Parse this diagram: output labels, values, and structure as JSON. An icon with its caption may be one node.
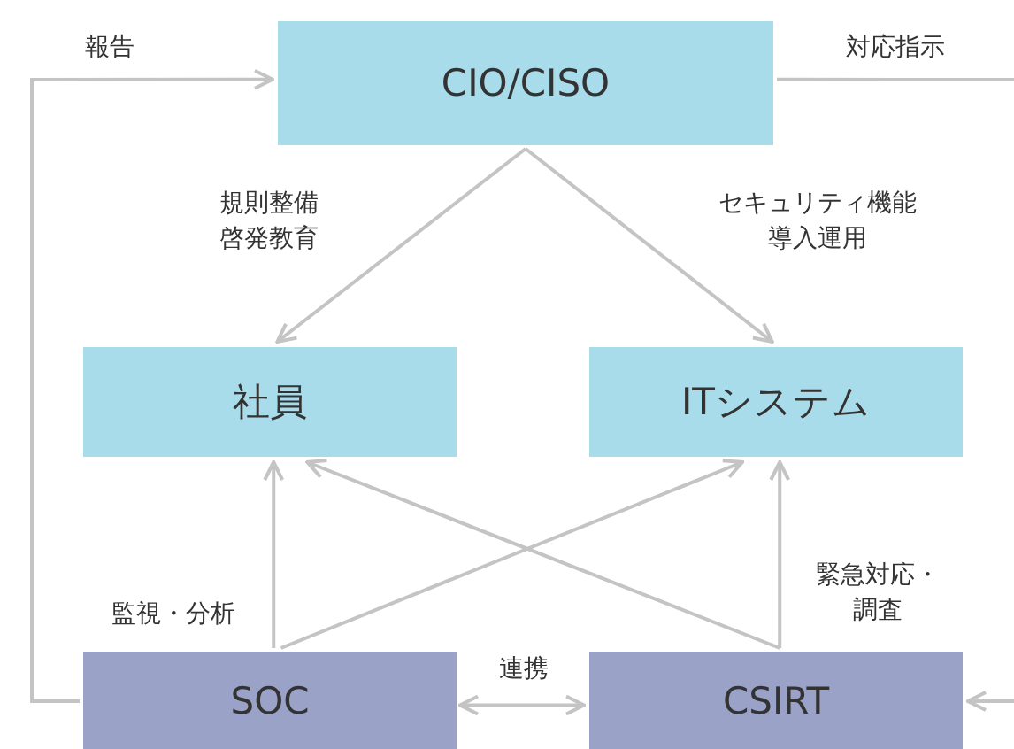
{
  "diagram": {
    "nodes": [
      {
        "text": [
          "CIO/CISO"
        ]
      },
      {
        "text": [
          "社員"
        ]
      },
      {
        "text": [
          "ITシステム"
        ]
      },
      {
        "text": [
          "SOC"
        ]
      },
      {
        "text": [
          "CSIRT"
        ]
      }
    ],
    "edges": [
      {
        "from": 0,
        "to": 1,
        "arrow": "to",
        "label": "規則整備啓発教育"
      },
      {
        "from": 0,
        "to": 2,
        "arrow": "to",
        "label": "セキュリティ機能導入運用"
      },
      {
        "from": 3,
        "to": 1,
        "arrow": "to",
        "label": "監視・分析"
      },
      {
        "from": 3,
        "to": 2,
        "arrow": "to"
      },
      {
        "from": 4,
        "to": 1,
        "arrow": "to"
      },
      {
        "from": 4,
        "to": 2,
        "arrow": "to",
        "label": "緊急対応・調査"
      },
      {
        "from": 3,
        "to": 4,
        "arrow": "both",
        "label": "連携"
      },
      {
        "from": 3,
        "to": 0,
        "arrow": "to",
        "label": "報告"
      },
      {
        "from": 0,
        "to": null,
        "arrow": "none",
        "label": "対応指示"
      },
      {
        "from": null,
        "to": 4,
        "arrow": "to"
      }
    ]
  }
}
